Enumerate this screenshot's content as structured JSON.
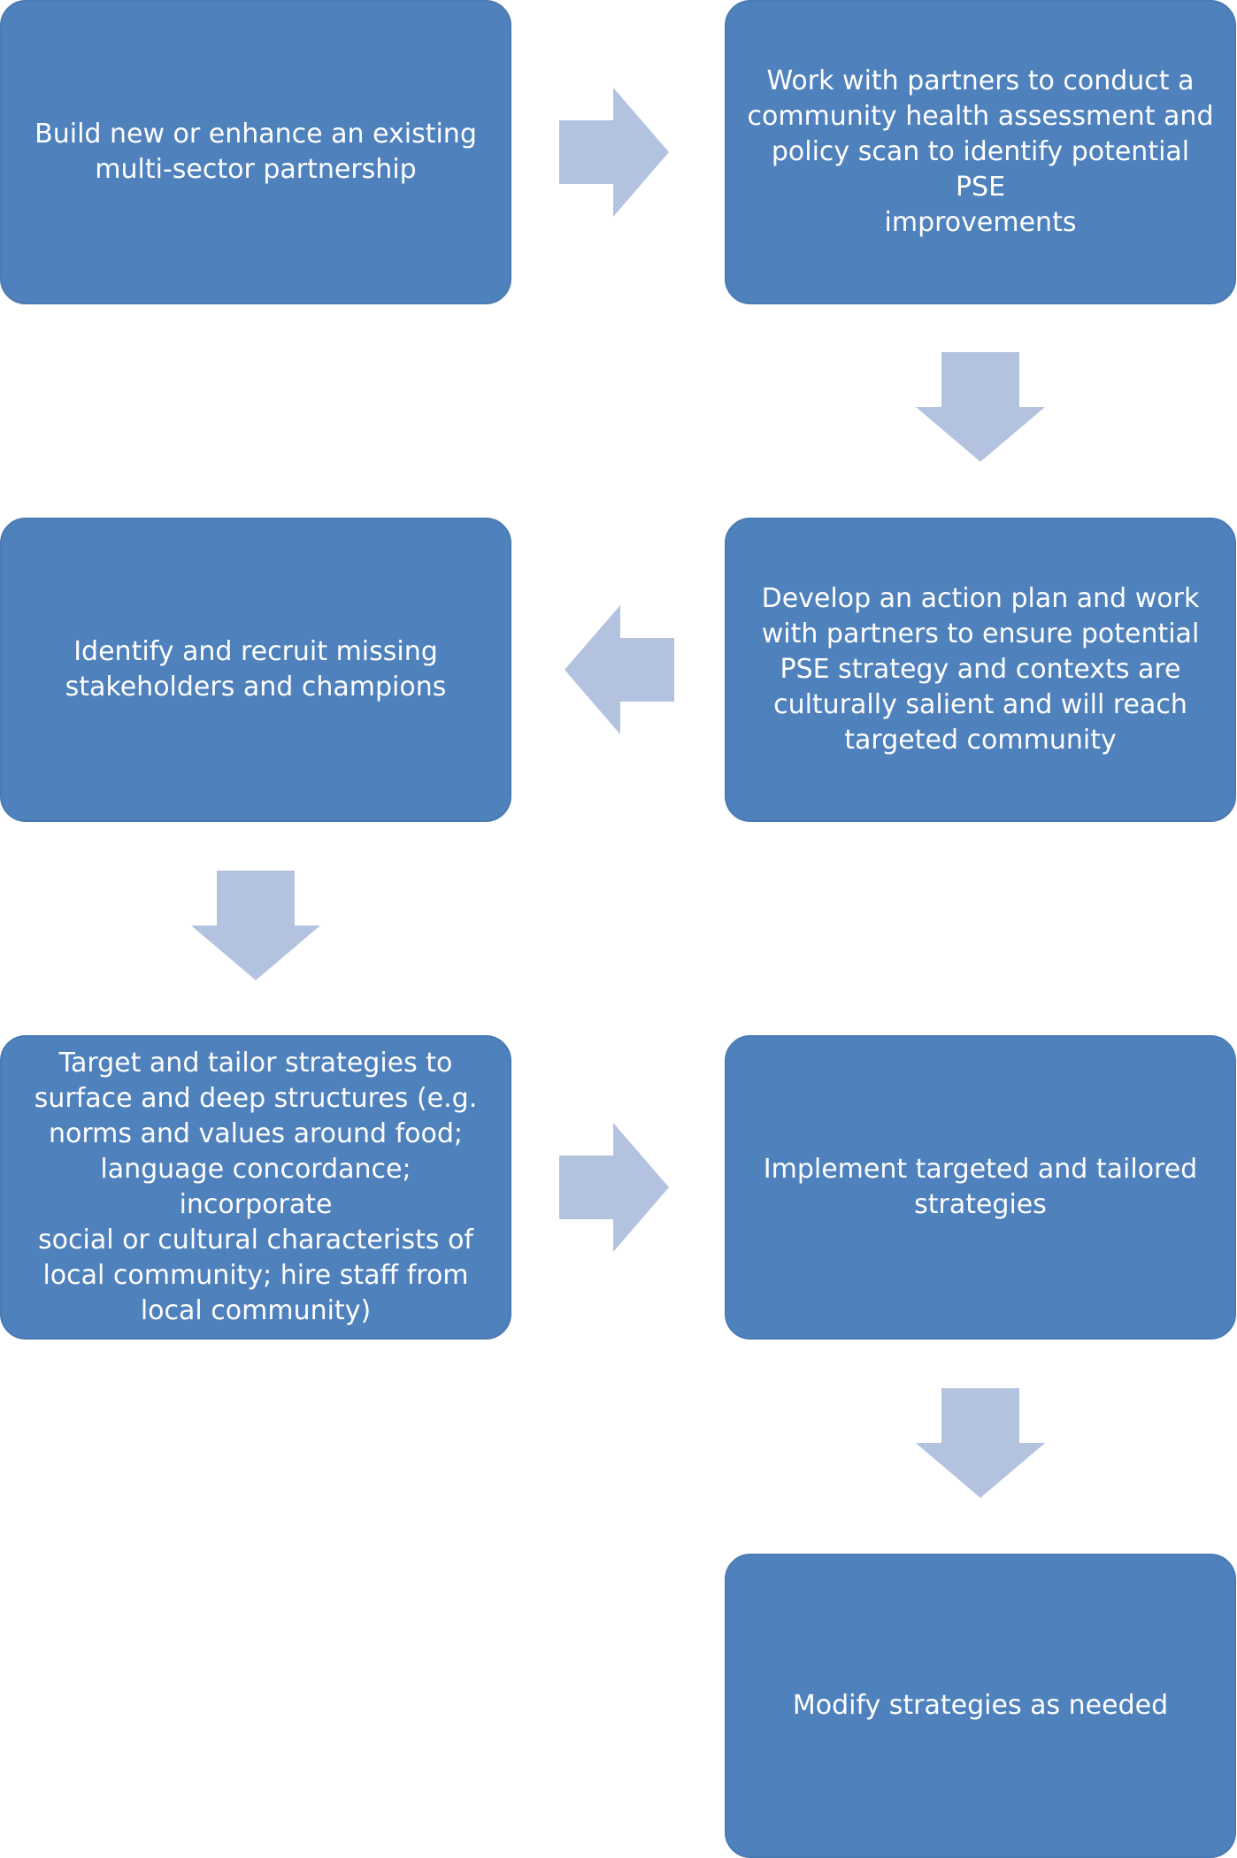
{
  "steps": [
    {
      "id": "step-1",
      "text": "Build new or enhance an existing\nmulti-sector partnership"
    },
    {
      "id": "step-2",
      "text": "Work with partners to conduct a\ncommunity health assessment and\npolicy scan to identify potential PSE\nimprovements"
    },
    {
      "id": "step-3",
      "text": "Develop an action plan and work\nwith partners to ensure potential\nPSE strategy and contexts are\nculturally salient and will reach\ntargeted community"
    },
    {
      "id": "step-4",
      "text": "Identify and recruit missing\nstakeholders and champions"
    },
    {
      "id": "step-5",
      "text": "Target and tailor strategies to\nsurface and deep structures (e.g.\nnorms and values around food;\nlanguage concordance; incorporate\nsocial or cultural characterists of\nlocal community; hire staff from\nlocal community)"
    },
    {
      "id": "step-6",
      "text": "Implement targeted and tailored\nstrategies"
    },
    {
      "id": "step-7",
      "text": "Modify strategies as needed"
    }
  ],
  "arrows": [
    {
      "from": "step-1",
      "to": "step-2",
      "direction": "right"
    },
    {
      "from": "step-2",
      "to": "step-3",
      "direction": "down"
    },
    {
      "from": "step-3",
      "to": "step-4",
      "direction": "left"
    },
    {
      "from": "step-4",
      "to": "step-5",
      "direction": "down"
    },
    {
      "from": "step-5",
      "to": "step-6",
      "direction": "right"
    },
    {
      "from": "step-6",
      "to": "step-7",
      "direction": "down"
    }
  ],
  "colors": {
    "box_fill": "#4f81bd",
    "box_border": "#4a7ab3",
    "box_text": "#ffffff",
    "arrow_fill": "#b3c3df",
    "background": "#ffffff"
  }
}
